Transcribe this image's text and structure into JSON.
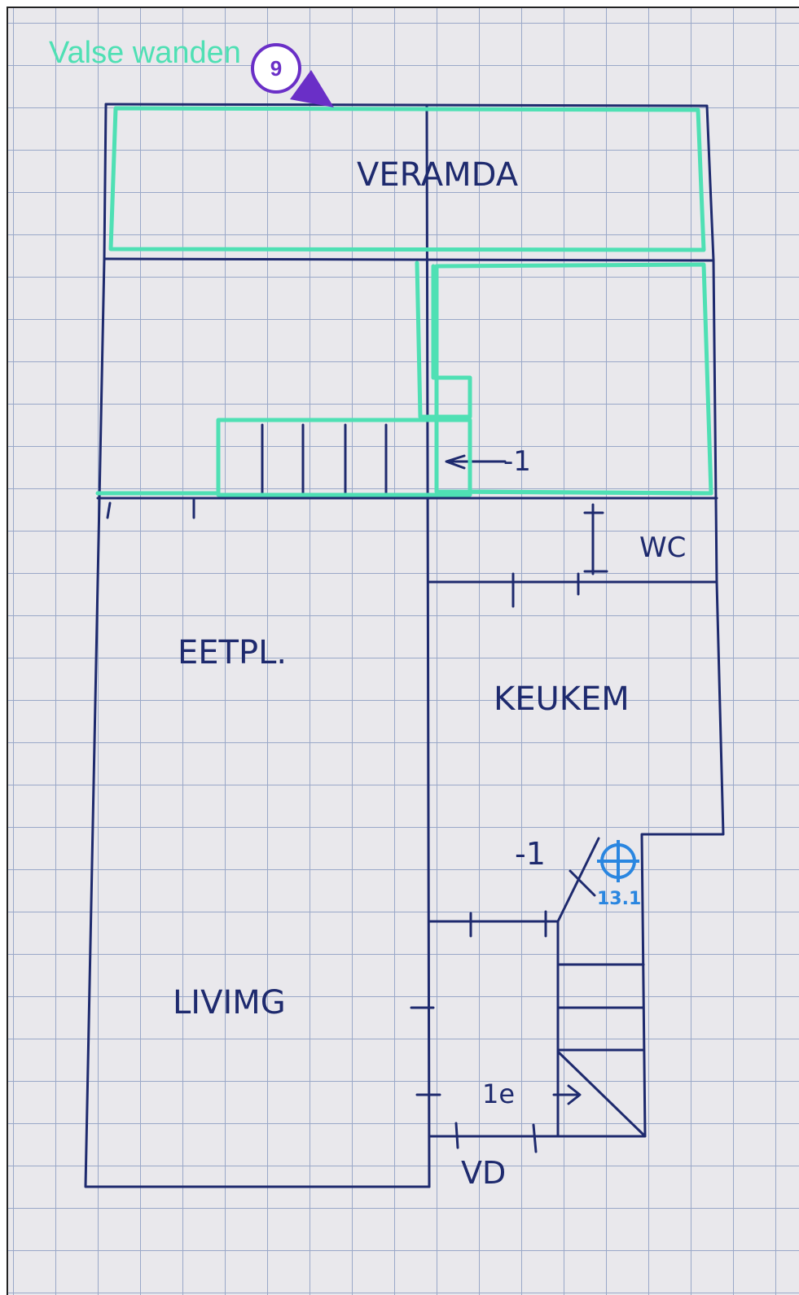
{
  "annotation": {
    "label": "Valse wanden",
    "badge_number": "9",
    "color": "#4fe0b4",
    "badge_color": "#6a2fc7"
  },
  "marker": {
    "value": "13.1",
    "color": "#2a86e0"
  },
  "sketch": {
    "ink_color": "#1e2a6e",
    "rooms": {
      "veranda": "VERAMDA",
      "wc": "WC",
      "eetplaats": "EETPL.",
      "keuken": "KEUKEM",
      "living": "LIVIMG"
    },
    "labels": {
      "stair_upper_level": "-1",
      "stair_lower_level": "-1",
      "first_floor": "1e",
      "vd": "VD"
    }
  }
}
